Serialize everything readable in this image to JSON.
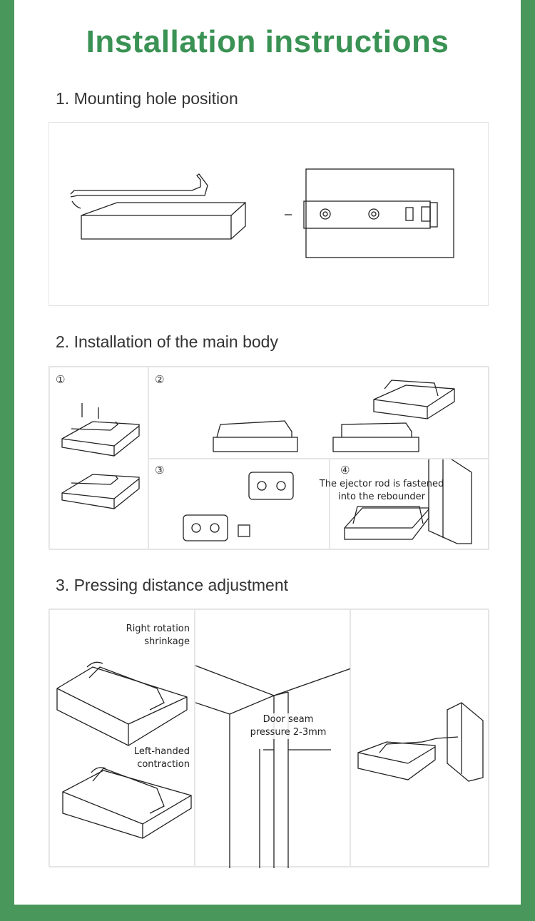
{
  "title": "Installation instructions",
  "sections": [
    {
      "heading": "1. Mounting hole position"
    },
    {
      "heading": "2. Installation of the main body",
      "steps": [
        "①",
        "②",
        "③",
        "④"
      ],
      "step4_caption_line1": "The ejector rod is fastened",
      "step4_caption_line2": "into the rebounder"
    },
    {
      "heading": "3. Pressing distance adjustment",
      "right_rotation_line1": "Right rotation",
      "right_rotation_line2": "shrinkage",
      "left_line1": "Left-handed",
      "left_line2": "contraction",
      "door_seam_line1": "Door seam",
      "door_seam_line2": "pressure 2-3mm"
    }
  ],
  "colors": {
    "border": "#4a975c",
    "title": "#3a9254"
  }
}
